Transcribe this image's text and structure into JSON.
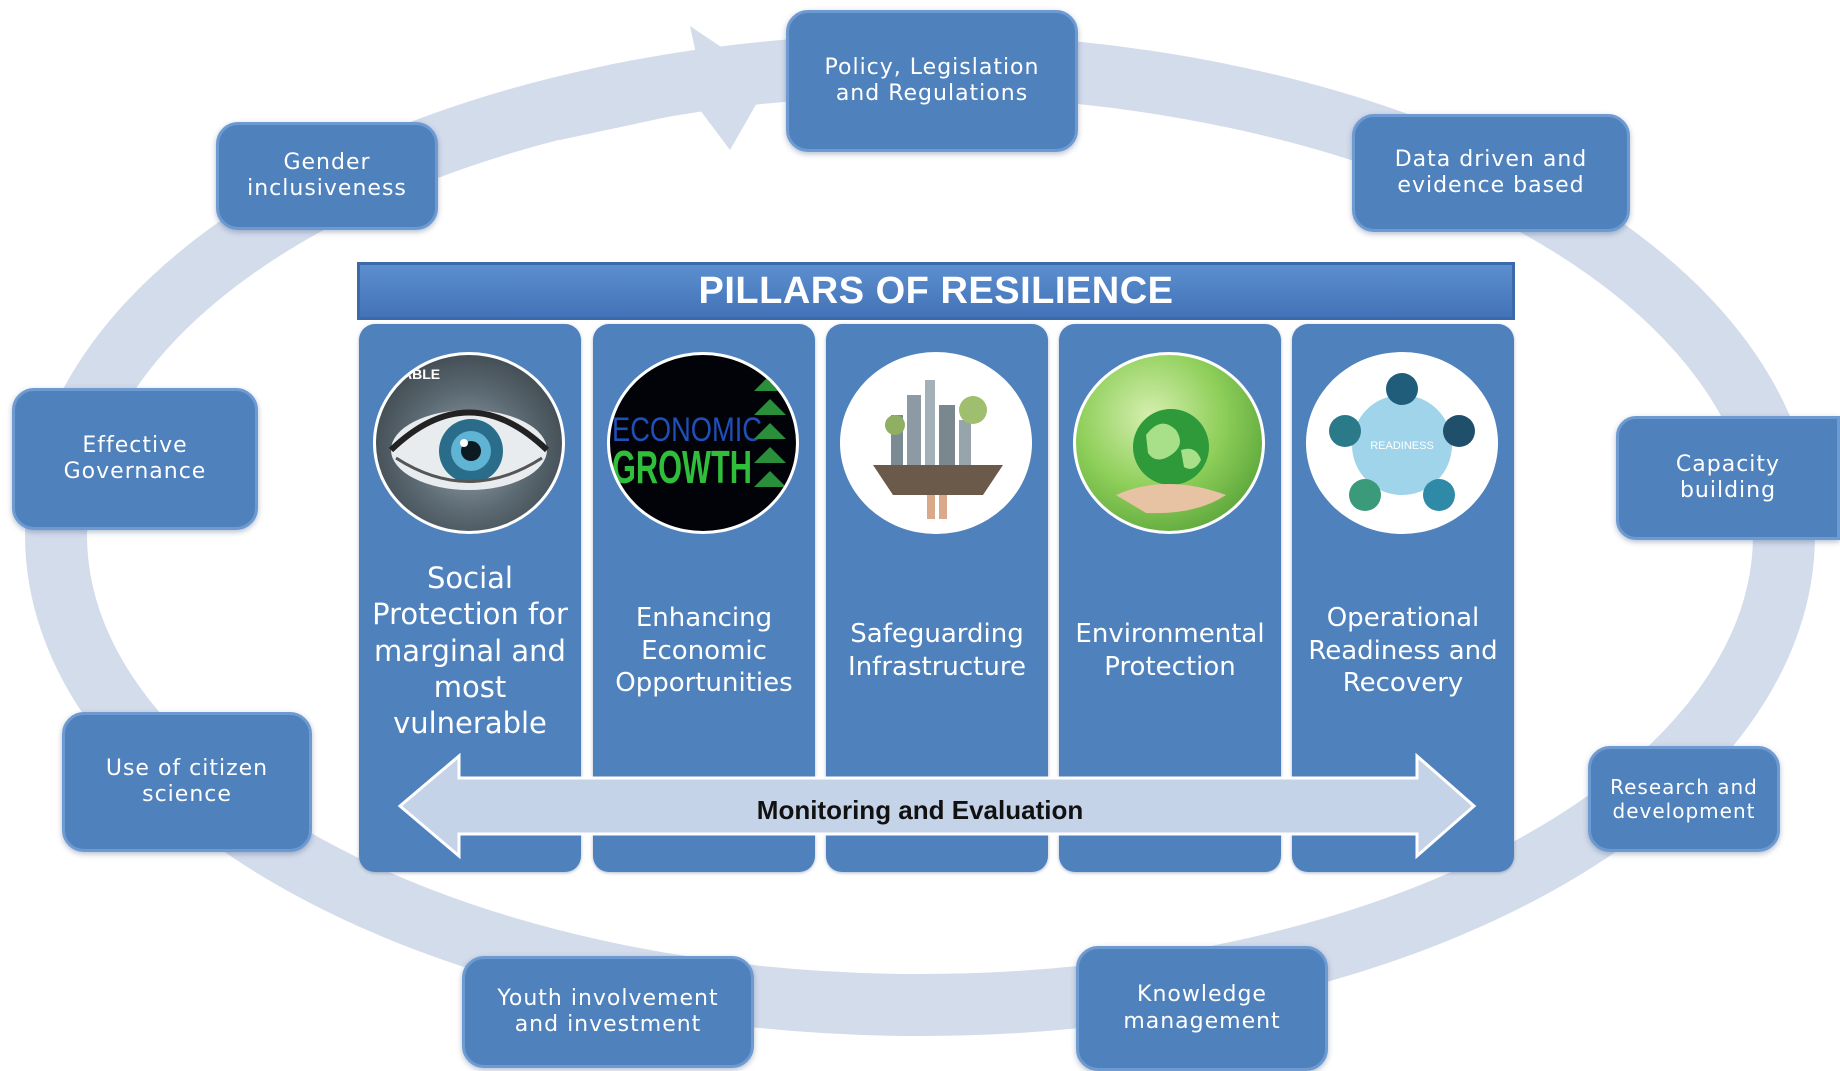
{
  "title": "PILLARS OF RESILIENCE",
  "monitoring_label": "Monitoring and Evaluation",
  "cycle_nodes": {
    "policy": "Policy, Legislation and Regulations",
    "data": "Data driven and evidence based",
    "capacity": "Capacity building",
    "research": "Research and development",
    "knowledge": "Knowledge management",
    "youth": "Youth involvement and investment",
    "citizen": "Use of citizen science",
    "governance": "Effective Governance",
    "gender": "Gender inclusiveness"
  },
  "pillars": [
    {
      "label": "Social Protection for marginal and most vulnerable",
      "icon": "eye-icon",
      "icon_text": "ABLE"
    },
    {
      "label": "Enhancing Economic Opportunities",
      "icon": "economic-growth-icon",
      "icon_text": "ECONOMIC GROWTH"
    },
    {
      "label": "Safeguarding Infrastructure",
      "icon": "city-infrastructure-icon"
    },
    {
      "label": "Environmental Protection",
      "icon": "green-globe-icon"
    },
    {
      "label": "Operational Readiness and Recovery",
      "icon": "readiness-cycle-icon",
      "icon_text": "READINESS"
    }
  ],
  "colors": {
    "box_blue": "#4f81bd",
    "ring": "#d3dceb",
    "arrow_fill": "#c5d3e8"
  }
}
